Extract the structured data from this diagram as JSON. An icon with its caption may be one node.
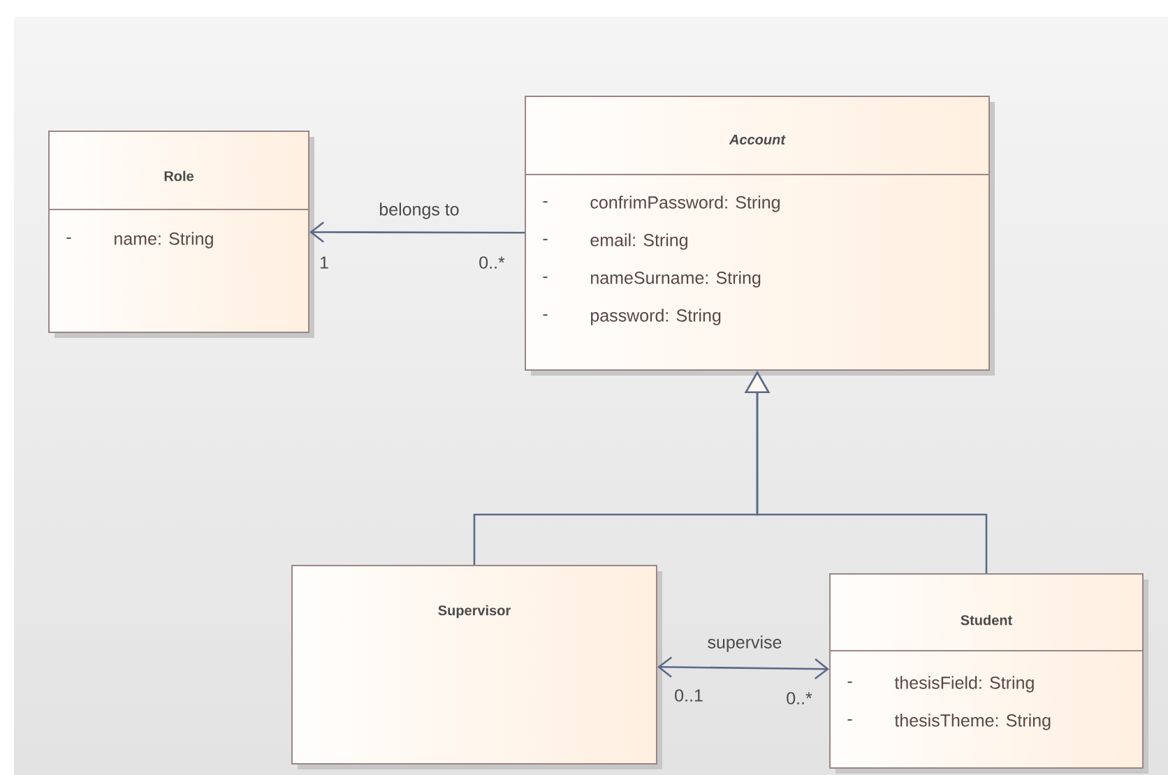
{
  "diagram": {
    "nodes": [
      {
        "text": [
          "Role",
          "-",
          "name: String"
        ]
      },
      {
        "text": [
          "Account",
          "-",
          "confrimPassword: String",
          "-",
          "email: String",
          "-",
          "nameSurname: String",
          "-",
          "password: String"
        ]
      },
      {
        "text": [
          "Supervisor"
        ]
      },
      {
        "text": [
          "Student",
          "-",
          "thesisField: String",
          "-",
          "thesisTheme: String"
        ]
      }
    ],
    "edges": [
      {
        "from": 1,
        "to": 0,
        "arrow": "to",
        "label": "belongs to"
      },
      {
        "from": 2,
        "to": 1,
        "arrow": "to"
      },
      {
        "from": 3,
        "to": 1,
        "arrow": "to"
      },
      {
        "from": 2,
        "to": 3,
        "arrow": "both",
        "label": "supervise"
      }
    ],
    "labels": [
      "1",
      "0..*",
      "0..1",
      "0..*"
    ]
  }
}
